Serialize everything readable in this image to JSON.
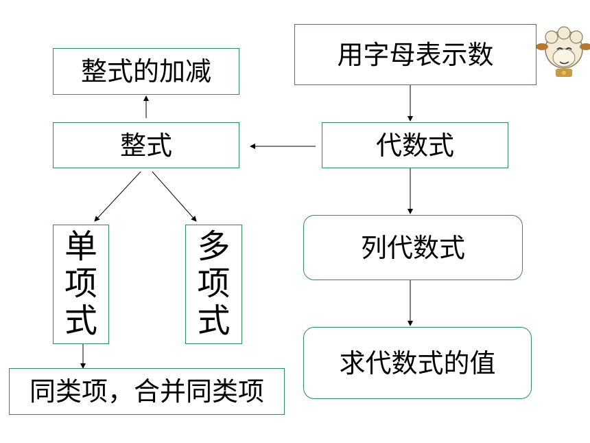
{
  "nodes": {
    "letters_for_numbers": "用字母表示数",
    "algebraic_expression": "代数式",
    "write_expression": "列代数式",
    "evaluate_expression": "求代数式的值",
    "integral_expression": "整式",
    "add_subtract": "整式的加减",
    "monomial": [
      "单",
      "项",
      "式"
    ],
    "polynomial": [
      "多",
      "项",
      "式"
    ],
    "like_terms": "同类项，合并同类项"
  },
  "colors": {
    "box_border": "#2e8b57",
    "arrow": "#000000"
  },
  "decoration": {
    "icon": "sheep-mascot-icon"
  }
}
